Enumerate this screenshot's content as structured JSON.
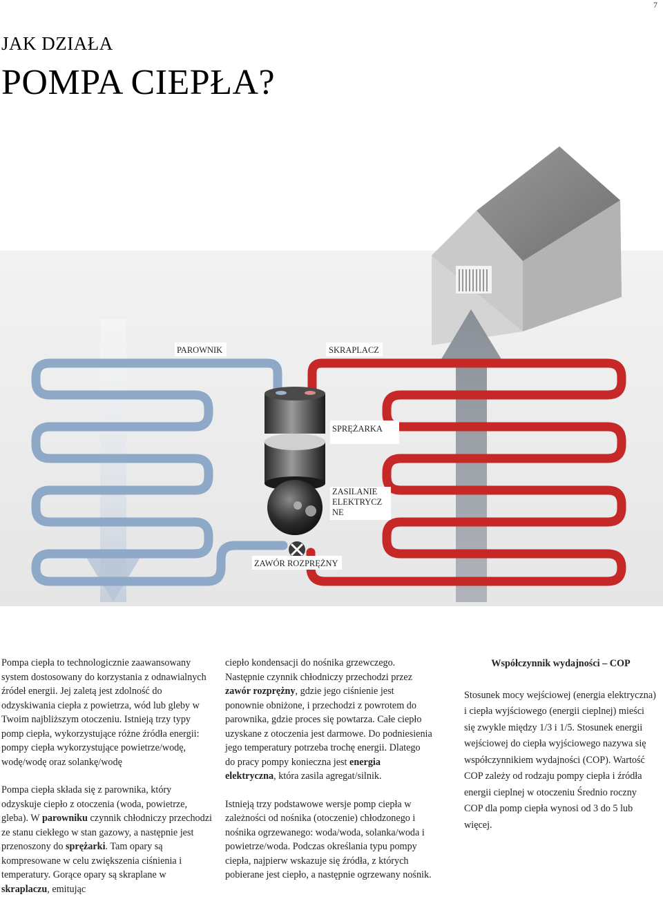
{
  "page_number": "7",
  "header": {
    "kicker": "JAK DZIAŁA",
    "title": "POMPA CIEPŁA?"
  },
  "diagram": {
    "labels": {
      "evaporator": "PAROWNIK",
      "condenser": "SKRAPLACZ",
      "compressor": "SPRĘŻARKA",
      "power_line1": "ZASILANIE",
      "power_line2": "ELEKTRYCZ",
      "power_line3": "NE",
      "expansion_valve": "ZAWÓR ROZPRĘŻNY"
    },
    "colors": {
      "cold_pipe": "#8ea9c8",
      "hot_pipe": "#c62828",
      "house_roof": "#7d7d7d",
      "house_wall": "#cfcfcf",
      "ground_band": "#ececec"
    }
  },
  "columns": {
    "col1": {
      "p1": "Pompa ciepła to technologicznie zaawansowany system dostosowany do korzystania z odnawialnych źródeł energii. Jej zaletą jest zdolność do odzyskiwania ciepła z powietrza, wód lub gleby w Twoim najbliższym otoczeniu. Istnieją trzy typy pomp ciepła, wykorzystujące różne źródła energii: pompy ciepła wykorzystujące powietrze/wodę, wodę/wodę oraz solankę/wodę",
      "p2_a": "Pompa ciepła składa się z parownika, który odzyskuje ciepło z otoczenia (woda, powietrze, gleba). W ",
      "p2_b1": "parowniku",
      "p2_c": " czynnik chłodniczy przechodzi ze stanu ciekłego w stan gazowy, a następnie jest przenoszony do ",
      "p2_b2": "sprężarki",
      "p2_d": ". Tam opary są kompresowane w celu zwiększenia ciśnienia i temperatury. Gorące opary są skraplane w ",
      "p2_b3": "skraplaczu",
      "p2_e": ", emitując"
    },
    "col2": {
      "p1_a": "ciepło kondensacji do nośnika grzewczego. Następnie czynnik chłodniczy przechodzi przez ",
      "p1_b1": "zawór rozprężny",
      "p1_c": ", gdzie jego ciśnienie jest ponownie obniżone, i przechodzi z powrotem do parownika, gdzie proces się powtarza. Całe ciepło uzyskane z otoczenia jest darmowe. Do podniesienia jego temperatury potrzeba trochę energii. Dlatego do pracy pompy konieczna jest ",
      "p1_b2": "energia elektryczna",
      "p1_d": ", która zasila agregat/silnik.",
      "p2": "Istnieją trzy podstawowe wersje pomp ciepła w zależności od nośnika (otoczenie) chłodzonego i nośnika ogrzewanego: woda/woda, solanka/woda i powietrze/woda. Podczas określania typu pompy ciepła, najpierw wskazuje się źródła, z których pobierane jest ciepło, a następnie ogrzewany nośnik."
    },
    "col3": {
      "title": "Współczynnik wydajności – COP",
      "p1": "Stosunek mocy wejściowej (energia elektryczna) i ciepła wyjściowego (energii cieplnej) mieści się zwykle między 1/3 i 1/5. Stosunek energii wejściowej do ciepła wyjściowego nazywa się współczynnikiem wydajności (COP). Wartość COP zależy od rodzaju pompy ciepła i źródła energii cieplnej w otoczeniu Średnio roczny COP dla pomp ciepła wynosi od 3 do 5 lub więcej."
    }
  }
}
